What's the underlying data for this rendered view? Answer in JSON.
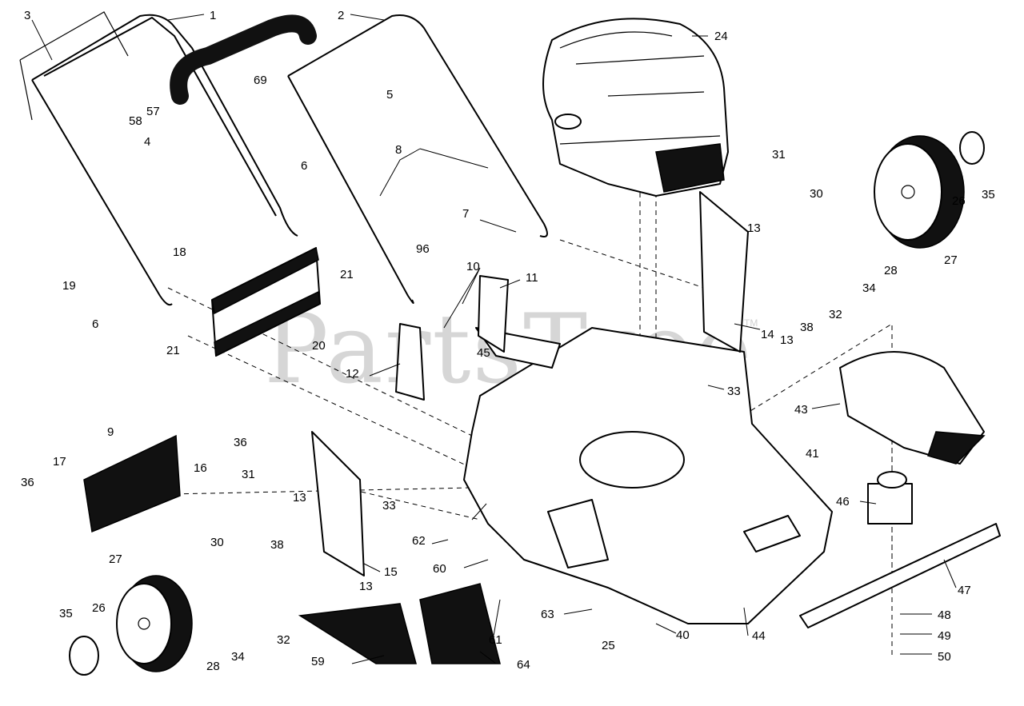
{
  "watermark": {
    "text": "PartsTree",
    "trademark": "TM"
  },
  "callouts": [
    "1",
    "2",
    "3",
    "4",
    "5",
    "6",
    "6",
    "7",
    "8",
    "9",
    "10",
    "11",
    "12",
    "13",
    "13",
    "13",
    "13",
    "14",
    "15",
    "16",
    "17",
    "18",
    "19",
    "20",
    "21",
    "21",
    "24",
    "25",
    "26",
    "26",
    "27",
    "27",
    "28",
    "28",
    "30",
    "30",
    "31",
    "31",
    "32",
    "32",
    "33",
    "33",
    "34",
    "34",
    "35",
    "35",
    "36",
    "36",
    "38",
    "38",
    "40",
    "41",
    "43",
    "44",
    "45",
    "46",
    "47",
    "48",
    "49",
    "50",
    "57",
    "58",
    "59",
    "60",
    "61",
    "62",
    "63",
    "64",
    "69",
    "96"
  ]
}
